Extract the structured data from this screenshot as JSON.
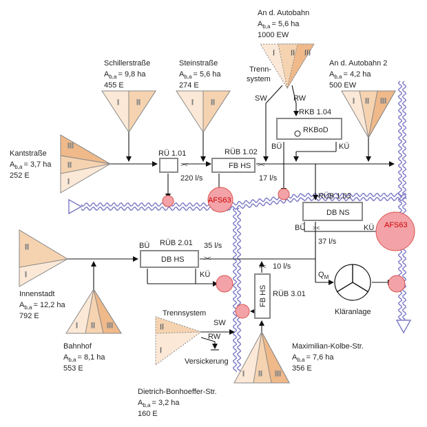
{
  "catchments": {
    "kantstrasse": {
      "name": "Kantstraße",
      "area": "= 3,7 ha",
      "pop": "252 E",
      "zones": [
        "III",
        "II",
        "I"
      ]
    },
    "schiller": {
      "name": "Schillerstraße",
      "area": "= 9,8 ha",
      "pop": "455 E",
      "zones": [
        "I",
        "II"
      ]
    },
    "stein": {
      "name": "Steinstraße",
      "area": "= 5,6 ha",
      "pop": "274 E",
      "zones": [
        "I",
        "II"
      ]
    },
    "autobahn1": {
      "name": "An d. Autobahn",
      "area": "= 5,6 ha",
      "pop": "1000 EW",
      "zones": [
        "I",
        "II",
        "III"
      ]
    },
    "autobahn2": {
      "name": "An d. Autobahn 2",
      "area": "= 4,2 ha",
      "pop": "500 EW",
      "zones": [
        "I",
        "II",
        "III"
      ]
    },
    "innenstadt": {
      "name": "Innenstadt",
      "area": "= 12,2 ha",
      "pop": "792 E",
      "zones": [
        "II",
        "I"
      ]
    },
    "bahnhof": {
      "name": "Bahnhof",
      "area": "= 8,1 ha",
      "pop": "553 E",
      "zones": [
        "I",
        "II",
        "III"
      ]
    },
    "maxkolbe": {
      "name": "Maximilian-Kolbe-Str.",
      "area": "= 7,6 ha",
      "pop": "356 E",
      "zones": [
        "I",
        "II",
        "III"
      ]
    },
    "bonhoeffer": {
      "name": "Dietrich-Bonhoeffer-Str.",
      "area": "= 3,2 ha",
      "pop": "160 E",
      "zones": [
        "II",
        "I"
      ]
    }
  },
  "area_symbol": {
    "main": "A",
    "sub": "b,a"
  },
  "structures": {
    "ru101": {
      "name": "RÜ 1.01",
      "rate": "220 l/s"
    },
    "rub102": {
      "name": "RÜB 1.02",
      "box": "FB HS",
      "rate": "17 l/s"
    },
    "rkb104": {
      "name": "RKB 1.04",
      "box": "RKBoD",
      "bu": "BÜ",
      "ku": "KÜ"
    },
    "rub103": {
      "name": "RÜB 1.03",
      "box": "DB NS",
      "bu": "BÜ",
      "ku": "KÜ",
      "rate": "37 l/s"
    },
    "rub201": {
      "name": "RÜB 2.01",
      "box": "DB HS",
      "bu": "BÜ",
      "ku": "KÜ",
      "rate": "35 l/s"
    },
    "rub301": {
      "name": "RÜB 3.01",
      "box": "FB HS",
      "rate": "10 l/s"
    }
  },
  "labels": {
    "trennsystem_top": "Trenn-\nsystem",
    "sw": "SW",
    "rw": "RW",
    "trennsystem_low": "Trennsystem",
    "sw2": "SW",
    "rw2": "RW",
    "versickerung": "Versickerung",
    "qm_main": "Q",
    "qm_sub": "M",
    "klaeranlage": "Kläranlage",
    "afs1": "AFS63",
    "afs2": "AFS63"
  },
  "colors": {
    "line": "#111111",
    "river": "#7b78c4",
    "zone_light": "#fbe8d6",
    "zone_mid": "#f6d3b0",
    "zone_dark": "#efb98a",
    "marker_fill": "#f3a3a8",
    "marker_stroke": "#d9534f",
    "box_stroke": "#888888"
  }
}
